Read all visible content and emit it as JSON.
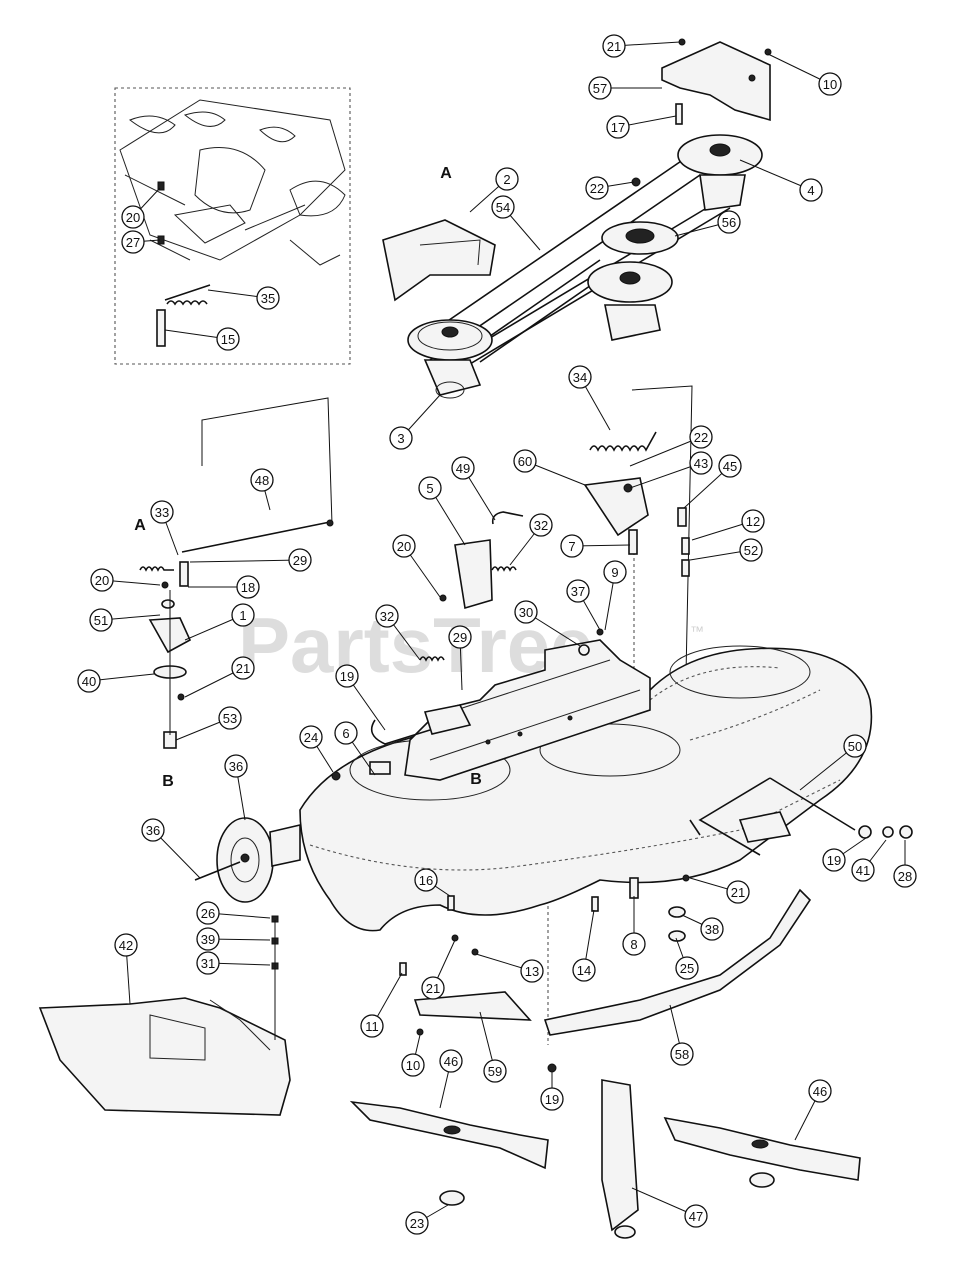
{
  "watermark": {
    "text": "PartsTree",
    "trademark": "™"
  },
  "reference_letters": {
    "a_top": "A",
    "a_left": "A",
    "b_left": "B",
    "b_center": "B"
  },
  "callouts": [
    {
      "label": "21"
    },
    {
      "label": "10"
    },
    {
      "label": "57"
    },
    {
      "label": "17"
    },
    {
      "label": "4"
    },
    {
      "label": "22"
    },
    {
      "label": "2"
    },
    {
      "label": "54"
    },
    {
      "label": "56"
    },
    {
      "label": "20"
    },
    {
      "label": "27"
    },
    {
      "label": "35"
    },
    {
      "label": "15"
    },
    {
      "label": "3"
    },
    {
      "label": "34"
    },
    {
      "label": "48"
    },
    {
      "label": "49"
    },
    {
      "label": "5"
    },
    {
      "label": "60"
    },
    {
      "label": "22"
    },
    {
      "label": "43"
    },
    {
      "label": "45"
    },
    {
      "label": "33"
    },
    {
      "label": "32"
    },
    {
      "label": "12"
    },
    {
      "label": "29"
    },
    {
      "label": "20"
    },
    {
      "label": "7"
    },
    {
      "label": "52"
    },
    {
      "label": "20"
    },
    {
      "label": "18"
    },
    {
      "label": "51"
    },
    {
      "label": "1"
    },
    {
      "label": "37"
    },
    {
      "label": "9"
    },
    {
      "label": "30"
    },
    {
      "label": "32"
    },
    {
      "label": "29"
    },
    {
      "label": "40"
    },
    {
      "label": "21"
    },
    {
      "label": "19"
    },
    {
      "label": "53"
    },
    {
      "label": "24"
    },
    {
      "label": "6"
    },
    {
      "label": "50"
    },
    {
      "label": "36"
    },
    {
      "label": "36"
    },
    {
      "label": "19"
    },
    {
      "label": "41"
    },
    {
      "label": "28"
    },
    {
      "label": "21"
    },
    {
      "label": "16"
    },
    {
      "label": "38"
    },
    {
      "label": "26"
    },
    {
      "label": "39"
    },
    {
      "label": "42"
    },
    {
      "label": "31"
    },
    {
      "label": "8"
    },
    {
      "label": "25"
    },
    {
      "label": "14"
    },
    {
      "label": "21"
    },
    {
      "label": "13"
    },
    {
      "label": "11"
    },
    {
      "label": "10"
    },
    {
      "label": "59"
    },
    {
      "label": "58"
    },
    {
      "label": "46"
    },
    {
      "label": "19"
    },
    {
      "label": "46"
    },
    {
      "label": "23"
    },
    {
      "label": "47"
    }
  ]
}
